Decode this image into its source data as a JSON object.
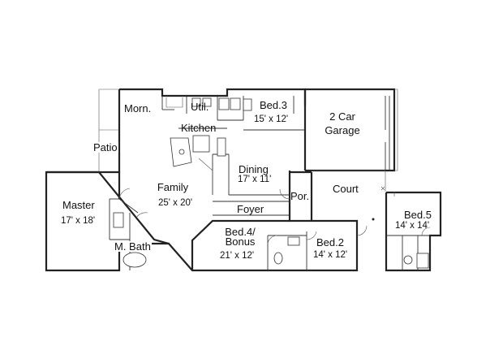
{
  "rooms": {
    "morn": {
      "name": "Morn."
    },
    "util": {
      "name": "Util."
    },
    "bed3": {
      "name": "Bed.3",
      "dims": "15' x 12'"
    },
    "garage": {
      "name_line1": "2 Car",
      "name_line2": "Garage"
    },
    "kitchen": {
      "name": "Kitchen"
    },
    "patio": {
      "name": "Patio"
    },
    "dining": {
      "name": "Dining",
      "dims": "17' x 11'"
    },
    "family": {
      "name": "Family",
      "dims": "25' x 20'"
    },
    "master": {
      "name": "Master",
      "dims": "17' x 18'"
    },
    "court": {
      "name": "Court"
    },
    "por": {
      "name": "Por."
    },
    "foyer": {
      "name": "Foyer"
    },
    "bed5": {
      "name": "Bed.5",
      "dims": "14' x 14'"
    },
    "bed4": {
      "name_line1": "Bed.4/",
      "name_line2": "Bonus",
      "dims": "21' x 12'"
    },
    "mbath": {
      "name": "M. Bath"
    },
    "bed2": {
      "name": "Bed.2",
      "dims": "14' x 12'"
    }
  }
}
